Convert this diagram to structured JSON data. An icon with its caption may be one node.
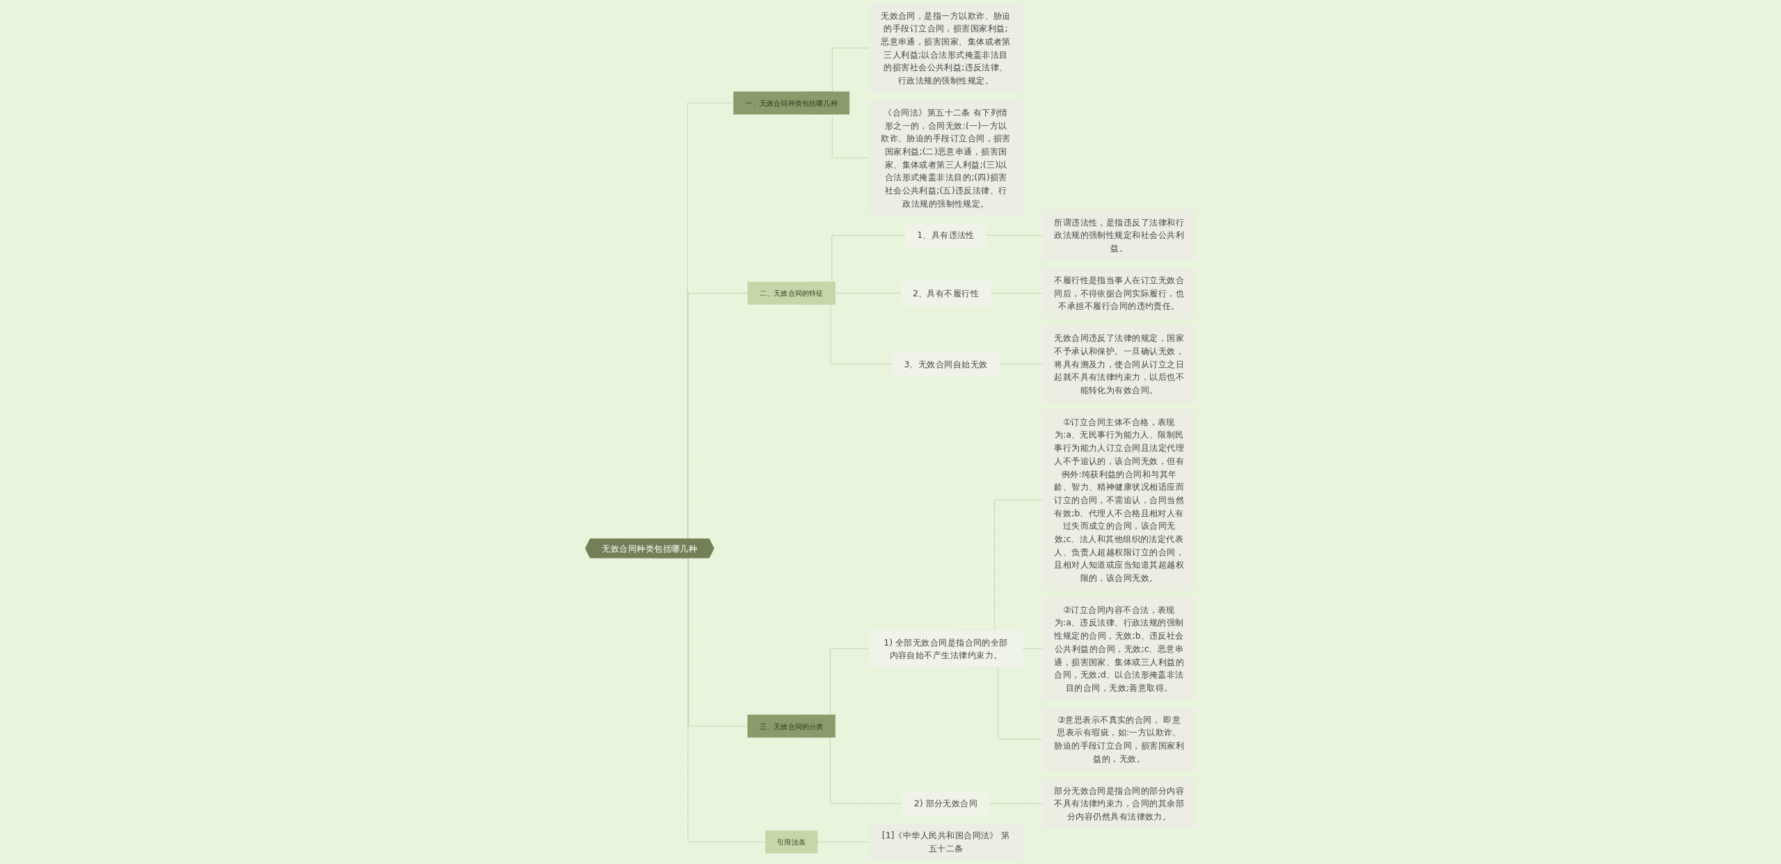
{
  "diagram": {
    "nodes": [
      {
        "text": [
          "无效合同种类包括哪几种"
        ]
      },
      {
        "text": [
          "一、无效合同种类包括哪几种"
        ]
      },
      {
        "text": [
          "无效合同，是指一方以欺诈、胁迫的手段订立合同，损害国家利益;恶意串通，损害国家、集体或者第三人利益;以合法形式掩盖非法目的损害社会公共利益;违反法律、行政法规的强制性规定。"
        ]
      },
      {
        "text": [
          "《合同法》第五十二条 有下列情形之一的，合同无效:(一)一方以欺诈、胁迫的手段订立合同，损害国家利益;(二)恶意串通，损害国家、集体或者第三人利益;(三)以合法形式掩盖非法目的;(四)损害社会公共利益;(五)违反法律、行政法规的强制性规定。"
        ]
      },
      {
        "text": [
          "二、无效合同的特征"
        ]
      },
      {
        "text": [
          "1、具有违法性"
        ]
      },
      {
        "text": [
          "所谓违法性，是指违反了法律和行政法规的强制性规定和社会公共利益。"
        ]
      },
      {
        "text": [
          "2、具有不履行性"
        ]
      },
      {
        "text": [
          "不履行性是指当事人在订立无效合同后，不得依据合同实际履行，也不承担不履行合同的违约责任。"
        ]
      },
      {
        "text": [
          "3、无效合同自始无效"
        ]
      },
      {
        "text": [
          "无效合同违反了法律的规定，国家不予承认和保护。一旦确认无效，将具有溯及力，使合同从订立之日起就不具有法律约束力，以后也不能转化为有效合同。"
        ]
      },
      {
        "text": [
          "三、无效合同的分类"
        ]
      },
      {
        "text": [
          "1) 全部无效合同是指合同的全部内容自始不产生法律约束力。"
        ]
      },
      {
        "text": [
          "①订立合同主体不合格，表现为:a、无民事行为能力人、限制民事行为能力人订立合同且法定代理人不予追认的，该合同无效，但有例外:纯获利益的合同和与其年龄、智力、精神健康状况相适应而订立的合同，不需追认，合同当然有效;b、代理人不合格且相对人有过失而成立的合同，该合同无效;c、法人和其他组织的法定代表人、负责人超越权限订立的合同，且相对人知道或应当知道其超越权限的，该合同无效。"
        ]
      },
      {
        "text": [
          "②订立合同内容不合法，表现为:a、违反法律、行政法规的强制性规定的合同，无效;b、违反社会公共利益的合同，无效;c、恶意串通，损害国家、集体或三人利益的合同，无效;d、以合法形掩盖非法目的合同，无效;善意取得。"
        ]
      },
      {
        "text": [
          "③意思表示不真实的合同， 即意思表示有瑕疵，如:一方以欺诈、胁迫的手段订立合同，损害国家利益的，无效。"
        ]
      },
      {
        "text": [
          "2) 部分无效合同"
        ]
      },
      {
        "text": [
          "部分无效合同是指合同的部分内容不具有法律约束力，合同的其余部分内容仍然具有法律效力。"
        ]
      },
      {
        "text": [
          "引用法条"
        ]
      },
      {
        "text": [
          "[1]《中华人民共和国合同法》 第五十二条"
        ]
      }
    ],
    "edges": [
      {
        "from": 0,
        "to": 1,
        "arrow": "none",
        "style": "dashed"
      },
      {
        "from": 1,
        "to": 2,
        "arrow": "none",
        "style": "dashed"
      },
      {
        "from": 1,
        "to": 3,
        "arrow": "none",
        "style": "dashed"
      },
      {
        "from": 0,
        "to": 4,
        "arrow": "none",
        "style": "dashed"
      },
      {
        "from": 4,
        "to": 5,
        "arrow": "none",
        "style": "dashed"
      },
      {
        "from": 5,
        "to": 6,
        "arrow": "none",
        "style": "dashed"
      },
      {
        "from": 4,
        "to": 7,
        "arrow": "none",
        "style": "dashed"
      },
      {
        "from": 7,
        "to": 8,
        "arrow": "none",
        "style": "dashed"
      },
      {
        "from": 4,
        "to": 9,
        "arrow": "none",
        "style": "dashed"
      },
      {
        "from": 9,
        "to": 10,
        "arrow": "none",
        "style": "dashed"
      },
      {
        "from": 0,
        "to": 11,
        "arrow": "none",
        "style": "dashed"
      },
      {
        "from": 11,
        "to": 12,
        "arrow": "none",
        "style": "dashed"
      },
      {
        "from": 12,
        "to": 13,
        "arrow": "none",
        "style": "dashed"
      },
      {
        "from": 12,
        "to": 14,
        "arrow": "none",
        "style": "dashed"
      },
      {
        "from": 12,
        "to": 15,
        "arrow": "none",
        "style": "dashed"
      },
      {
        "from": 11,
        "to": 16,
        "arrow": "none",
        "style": "dashed"
      },
      {
        "from": 16,
        "to": 17,
        "arrow": "none",
        "style": "dashed"
      },
      {
        "from": 0,
        "to": 18,
        "arrow": "none",
        "style": "dashed"
      },
      {
        "from": 18,
        "to": 19,
        "arrow": "none",
        "style": "dashed"
      }
    ]
  }
}
